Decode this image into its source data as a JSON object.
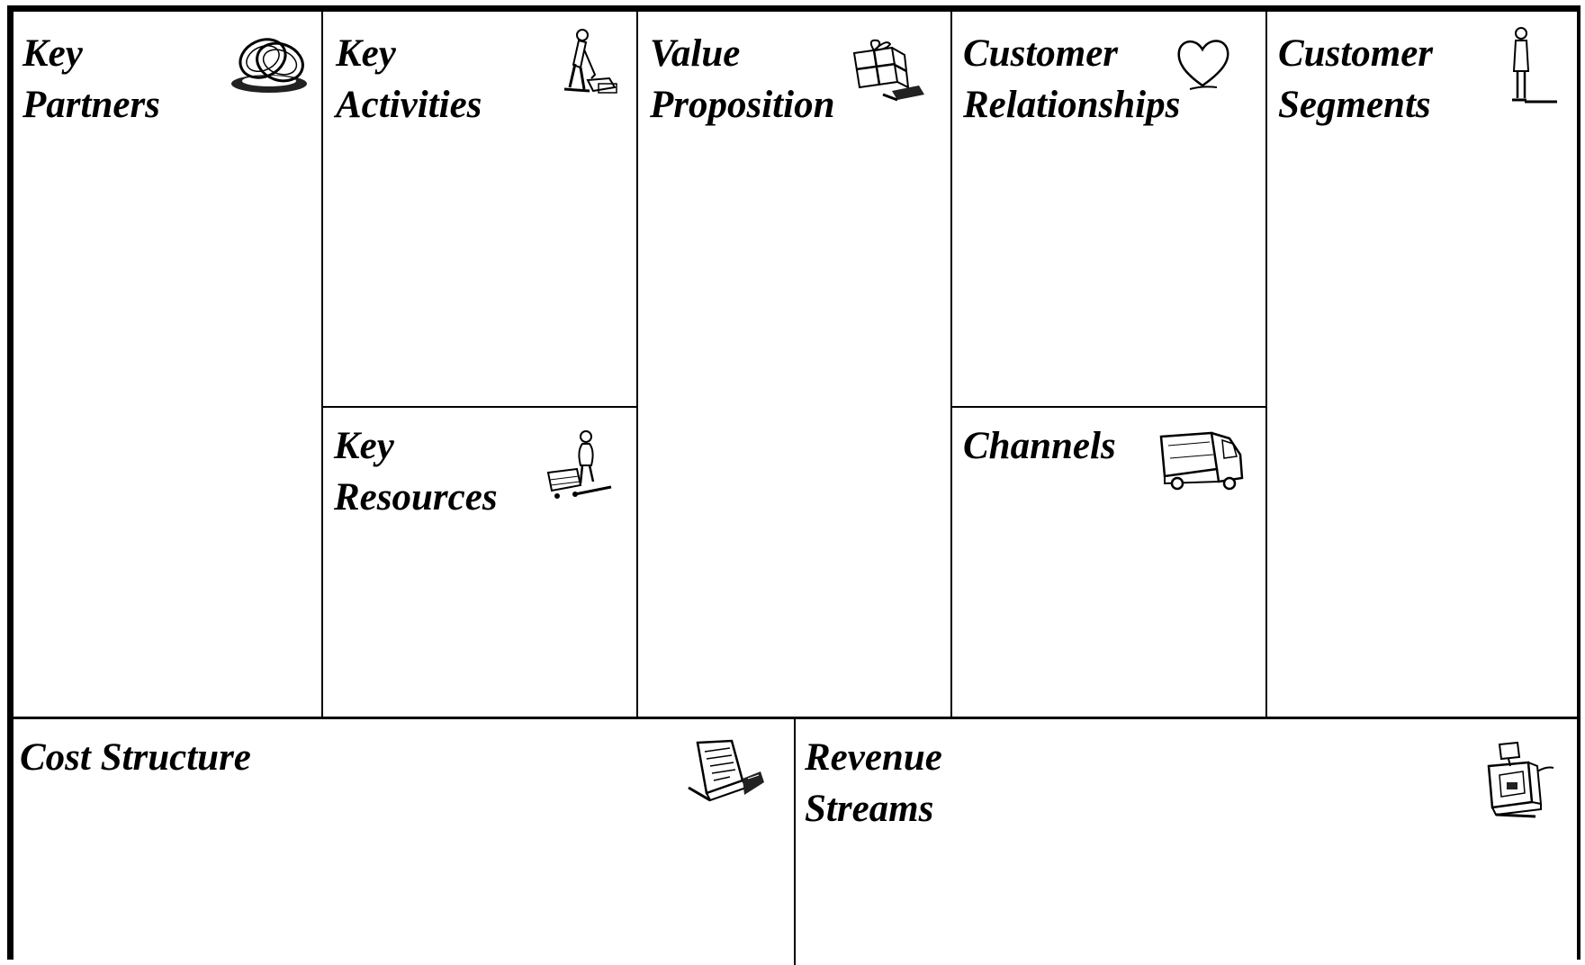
{
  "canvas": {
    "blocks": {
      "key_partners": {
        "line1": "Key",
        "line2": "Partners",
        "icon": "linked-rings-icon"
      },
      "key_activities": {
        "line1": "Key",
        "line2": "Activities",
        "icon": "worker-icon"
      },
      "key_resources": {
        "line1": "Key",
        "line2": "Resources",
        "icon": "person-with-cart-icon"
      },
      "value_proposition": {
        "line1": "Value",
        "line2": "Proposition",
        "icon": "gift-icon"
      },
      "customer_relationships": {
        "line1": "Customer",
        "line2": "Relationships",
        "icon": "heart-icon"
      },
      "channels": {
        "line1": "Channels",
        "icon": "delivery-truck-icon"
      },
      "customer_segments": {
        "line1": "Customer",
        "line2": "Segments",
        "icon": "standing-person-icon"
      },
      "cost_structure": {
        "line1": "Cost Structure",
        "icon": "invoice-icon"
      },
      "revenue_streams": {
        "line1": "Revenue",
        "line2": "Streams",
        "icon": "cash-register-icon"
      }
    },
    "colors": {
      "line": "#000000",
      "background": "#ffffff"
    }
  }
}
